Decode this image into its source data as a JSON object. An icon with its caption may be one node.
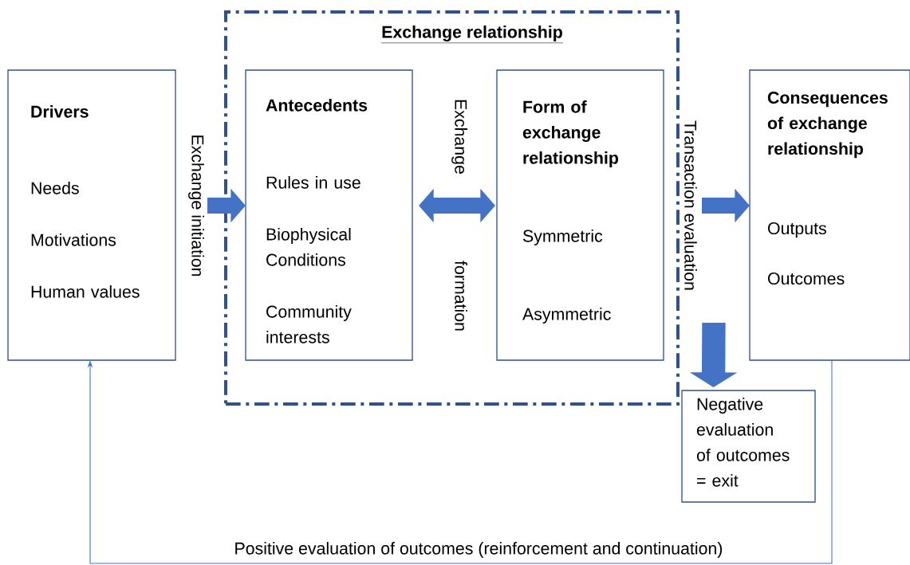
{
  "diagram": {
    "nodes": [
      {
        "text": [
          "Exchange relationship"
        ]
      },
      {
        "text": [
          "Drivers",
          "Needs",
          "Motivations",
          "Human values"
        ]
      },
      {
        "text": [
          "Antecedents",
          "Rules in use",
          "Biophysical Conditions",
          "Community interests"
        ],
        "in": 0
      },
      {
        "text": [
          "Form of exchange relationship",
          "Symmetric",
          "Asymmetric"
        ],
        "in": 0
      },
      {
        "text": [
          "Consequences of exchange relationship",
          "Outputs",
          "Outcomes"
        ]
      },
      {
        "text": [
          "Negative evaluation of outcomes = exit"
        ]
      }
    ],
    "edges": [
      {
        "from": 1,
        "to": 2,
        "arrow": "to",
        "label": "Exchange initiation"
      },
      {
        "from": 2,
        "to": 3,
        "arrow": "both",
        "label": "Exchange formation"
      },
      {
        "from": 3,
        "to": 4,
        "arrow": "to",
        "label": "Transaction evaluation"
      },
      {
        "from": null,
        "to": 5,
        "arrow": "to"
      },
      {
        "from": 4,
        "to": 1,
        "arrow": "to",
        "label": "Positive evaluation of outcomes (reinforcement and continuation)"
      }
    ]
  }
}
